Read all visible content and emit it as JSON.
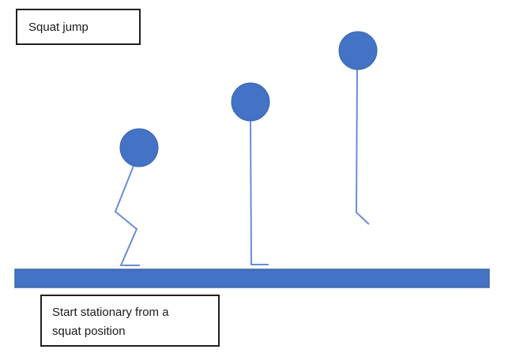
{
  "diagram": {
    "title_box": {
      "label": "Squat jump"
    },
    "caption_box": {
      "text": "Start stationary from a squat position",
      "lines": [
        "Start stationary from a",
        "squat position"
      ]
    },
    "colors": {
      "head_fill": "#4472C4",
      "head_stroke": "#3767B1",
      "limb_stroke": "#6A8CD9",
      "ground_fill": "#4472C4",
      "ground_stroke": "#41699F",
      "box_border": "#1F1F1F",
      "text_color": "#1A1A1A",
      "background": "#FFFFFF"
    }
  }
}
